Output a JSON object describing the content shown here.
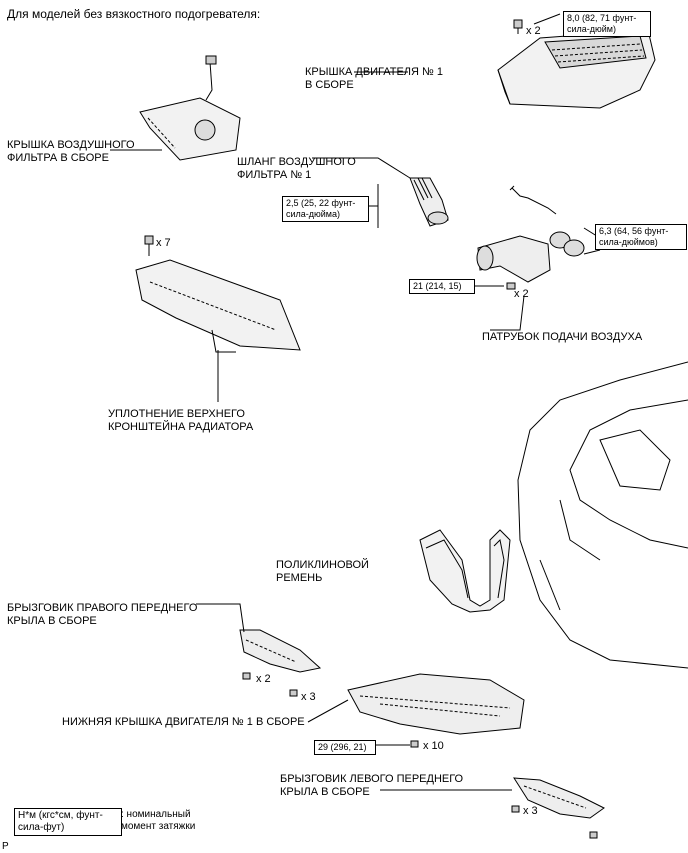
{
  "header": {
    "title": "Для моделей без вязкостного подогревателя:"
  },
  "parts": {
    "engine_cover": "КРЫШКА ДВИГАТЕЛЯ № 1\nВ СБОРЕ",
    "air_filter_cover": "КРЫШКА ВОЗДУШНОГО\nФИЛЬТРА В СБОРЕ",
    "air_hose": "ШЛАНГ ВОЗДУШНОГО\nФИЛЬТРА № 1",
    "intake_pipe": "ПАТРУБОК ПОДАЧИ ВОЗДУХА",
    "radiator_seal": "УПЛОТНЕНИЕ ВЕРХНЕГО\nКРОНШТЕЙНА РАДИАТОРА",
    "belt": "ПОЛИКЛИНОВОЙ\nРЕМЕНЬ",
    "right_fender": "БРЫЗГОВИК ПРАВОГО ПЕРЕДНЕГО\nКРЫЛА В СБОРЕ",
    "under_cover": "НИЖНЯЯ КРЫШКА ДВИГАТЕЛЯ № 1 В СБОРЕ",
    "left_fender": "БРЫЗГОВИК ЛЕВОГО ПЕРЕДНЕГО\nКРЫЛА В СБОРЕ"
  },
  "torques": {
    "engine_cover": "8,0 (82, 71 фунт-\nсила-дюйм)",
    "air_hose": "2,5 (25, 22 фунт-\nсила-дюйма)",
    "intake_clamp": "6,3 (64, 56 фунт-\nсила-дюймов)",
    "intake_bolt": "21 (214, 15)",
    "under_cover": "29 (296, 21)"
  },
  "quantities": {
    "engine_cover": "x 2",
    "radiator_seal": "x 7",
    "intake_bolt": "x 2",
    "right_fender_a": "x 2",
    "right_fender_b": "x 3",
    "under_cover": "x 10",
    "left_fender": "x 3"
  },
  "legend": {
    "unit": "Н*м (кгс*см, фунт-\nсила-фут)",
    "meaning": ": номинальный\nмомент затяжки"
  },
  "footer": {
    "code": "P"
  }
}
